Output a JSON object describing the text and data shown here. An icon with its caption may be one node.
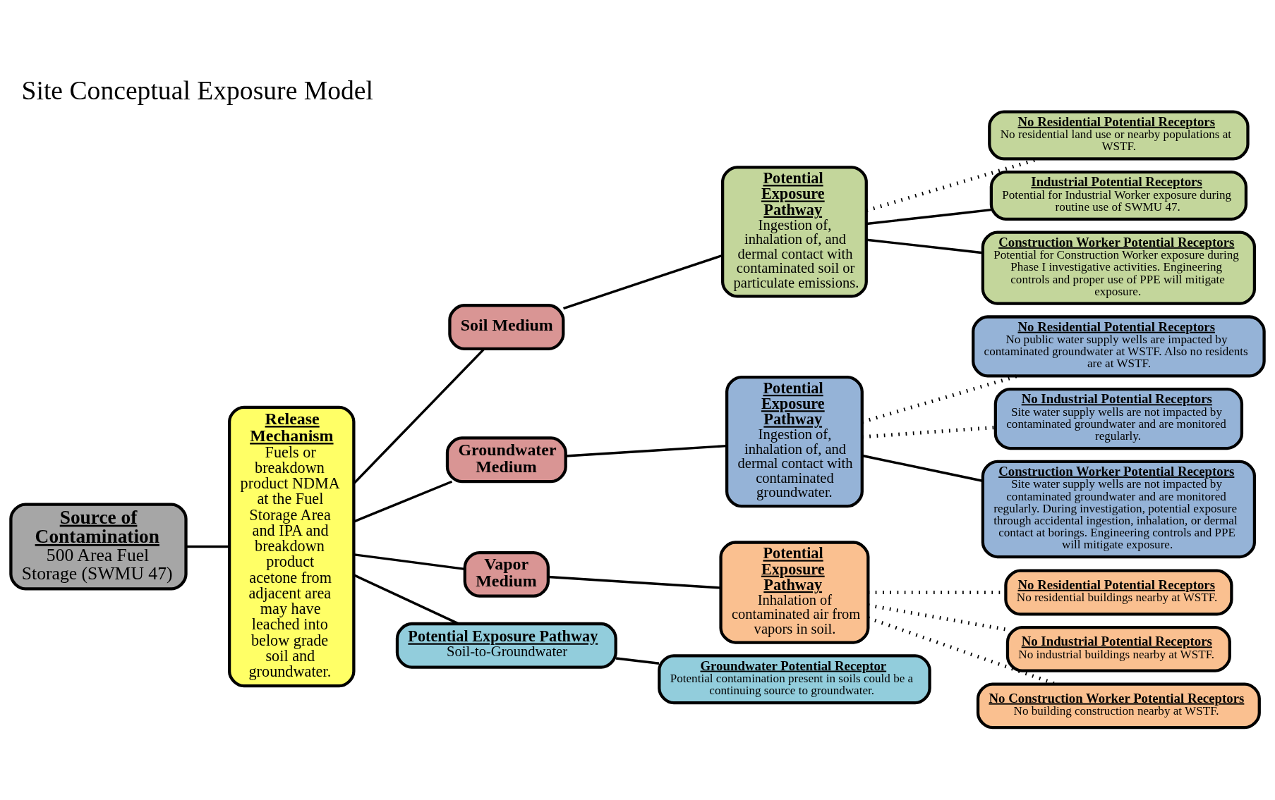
{
  "diagram": {
    "title": "Site Conceptual Exposure Model",
    "nodes": [
      {
        "text": [
          "Source of Contamination",
          "500 Area Fuel Storage (SWMU 47)"
        ]
      },
      {
        "text": [
          "Release Mechanism",
          "Fuels or breakdown product NDMA at the Fuel Storage Area and IPA and breakdown product acetone from adjacent area may have leached into below grade soil and groundwater."
        ]
      },
      {
        "text": [
          "Soil Medium"
        ]
      },
      {
        "text": [
          "Groundwater Medium"
        ]
      },
      {
        "text": [
          "Vapor Medium"
        ]
      },
      {
        "text": [
          "Potential Exposure Pathway",
          "Soil-to-Groundwater"
        ]
      },
      {
        "text": [
          "Potential Exposure Pathway",
          "Ingestion of, inhalation of, and dermal contact with contaminated soil or particulate emissions."
        ]
      },
      {
        "text": [
          "No Residential Potential Receptors",
          "No residential land use or nearby populations at WSTF."
        ]
      },
      {
        "text": [
          "Industrial Potential Receptors",
          "Potential for Industrial Worker exposure during routine use of SWMU 47."
        ]
      },
      {
        "text": [
          "Construction Worker Potential Receptors",
          "Potential for Construction Worker exposure during Phase I investigative activities. Engineering controls and proper use of PPE will mitigate exposure."
        ]
      },
      {
        "text": [
          "Potential Exposure Pathway",
          "Ingestion of, inhalation of, and dermal contact with contaminated groundwater."
        ]
      },
      {
        "text": [
          "No Residential Potential Receptors",
          "No public water supply wells are impacted by contaminated groundwater at WSTF. Also no residents are at WSTF."
        ]
      },
      {
        "text": [
          "No Industrial Potential Receptors",
          "Site water supply wells are not impacted by contaminated groundwater and are monitored regularly."
        ]
      },
      {
        "text": [
          "Construction Worker Potential Receptors",
          "Site water supply wells are not impacted by contaminated groundwater and are monitored regularly. During investigation, potential exposure through accidental ingestion, inhalation, or dermal contact at borings. Engineering controls and PPE will mitigate exposure."
        ]
      },
      {
        "text": [
          "Potential Exposure Pathway",
          "Inhalation of contaminated air from vapors in soil."
        ]
      },
      {
        "text": [
          "No Residential Potential Receptors",
          "No residential buildings nearby at WSTF."
        ]
      },
      {
        "text": [
          "No Industrial Potential Receptors",
          "No industrial buildings nearby at WSTF."
        ]
      },
      {
        "text": [
          "No Construction Worker Potential Receptors",
          "No building construction nearby at WSTF."
        ]
      },
      {
        "text": [
          "Groundwater Potential Receptor",
          "Potential contamination present in soils could be a continuing source to groundwater."
        ]
      }
    ],
    "edges": [
      {
        "from": 0,
        "to": 1,
        "arrow": "none"
      },
      {
        "from": 1,
        "to": 2,
        "arrow": "none"
      },
      {
        "from": 1,
        "to": 3,
        "arrow": "none"
      },
      {
        "from": 1,
        "to": 4,
        "arrow": "none"
      },
      {
        "from": 1,
        "to": 5,
        "arrow": "none"
      },
      {
        "from": 2,
        "to": 6,
        "arrow": "none"
      },
      {
        "from": 6,
        "to": 7,
        "arrow": "none",
        "style": "dashed"
      },
      {
        "from": 6,
        "to": 8,
        "arrow": "none"
      },
      {
        "from": 6,
        "to": 9,
        "arrow": "none"
      },
      {
        "from": 3,
        "to": 10,
        "arrow": "none"
      },
      {
        "from": 10,
        "to": 11,
        "arrow": "none",
        "style": "dashed"
      },
      {
        "from": 10,
        "to": 12,
        "arrow": "none",
        "style": "dashed"
      },
      {
        "from": 10,
        "to": 13,
        "arrow": "none"
      },
      {
        "from": 4,
        "to": 14,
        "arrow": "none"
      },
      {
        "from": 14,
        "to": 15,
        "arrow": "none",
        "style": "dashed"
      },
      {
        "from": 14,
        "to": 16,
        "arrow": "none",
        "style": "dashed"
      },
      {
        "from": 14,
        "to": 17,
        "arrow": "none",
        "style": "dashed"
      },
      {
        "from": 5,
        "to": 18,
        "arrow": "none"
      }
    ]
  }
}
